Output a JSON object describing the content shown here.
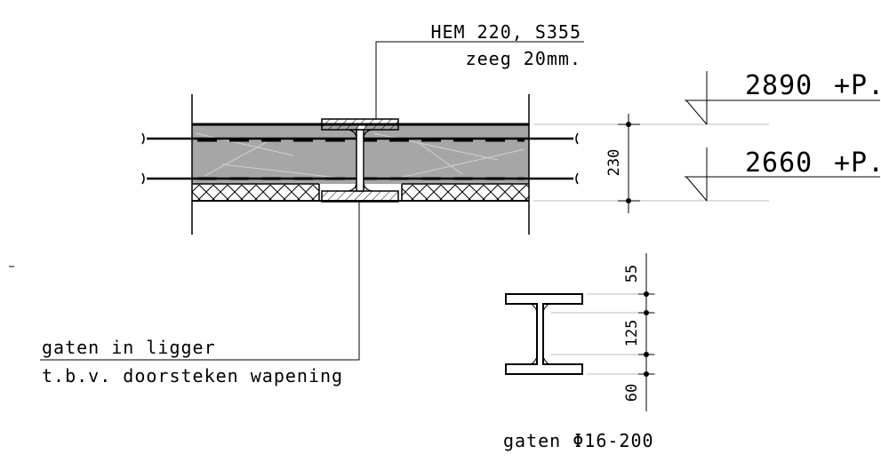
{
  "beam": {
    "line1": "HEM 220, S355",
    "line2": "zeeg 20mm."
  },
  "note": {
    "line1": "gaten in ligger",
    "line2": "t.b.v. doorsteken wapening"
  },
  "levels": [
    {
      "value": "2890",
      "suffix": "+P."
    },
    {
      "value": "2660",
      "suffix": "+P."
    }
  ],
  "slab_dimension": "230",
  "section_dimensions": [
    "55",
    "125",
    "60"
  ],
  "holes_label": "gaten Φ16-200"
}
